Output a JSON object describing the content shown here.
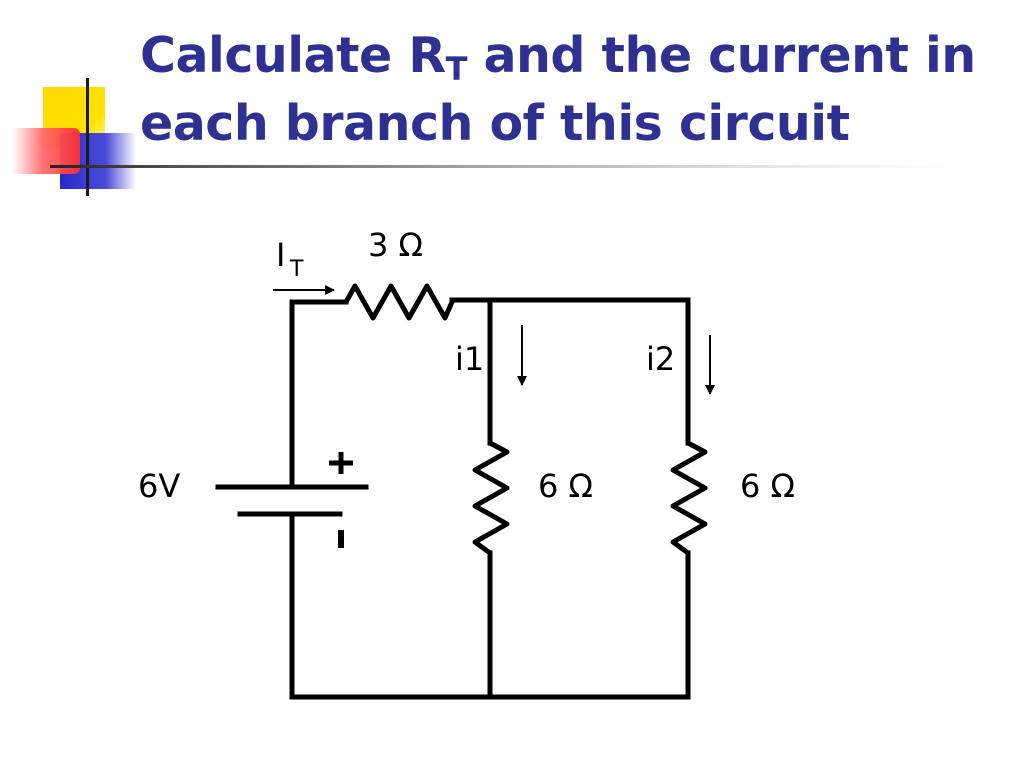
{
  "slide": {
    "title_part1": "Calculate R",
    "title_sub": "T",
    "title_part2": " and the current in each branch of this circuit"
  },
  "circuit": {
    "source_voltage": "6V",
    "source_plus": "+",
    "source_minus": "-",
    "series_resistor": "3 Ω",
    "total_current": "I",
    "total_current_sub": "T",
    "branch1_current": "i1",
    "branch2_current": "i2",
    "branch1_resistor": "6 Ω",
    "branch2_resistor": "6 Ω"
  },
  "colors": {
    "title": "#2e3192",
    "deco_yellow": "#ffd800",
    "deco_blue": "#2828cc",
    "deco_red": "#ff2f2f"
  }
}
